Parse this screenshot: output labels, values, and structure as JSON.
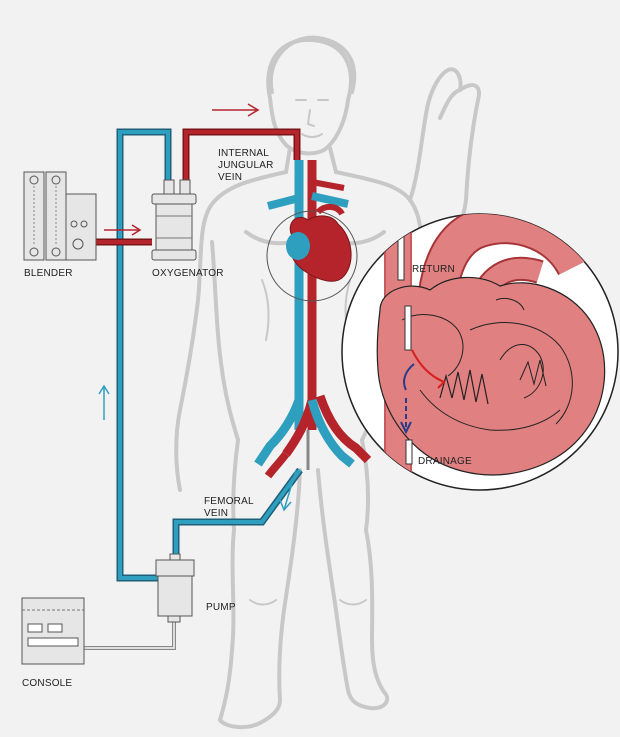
{
  "labels": {
    "blender": "BLENDER",
    "oxygenator": "OXYGENATOR",
    "ijv_line1": "INTERNAL",
    "ijv_line2": "JUNGULAR",
    "ijv_line3": "VEIN",
    "return": "RETURN",
    "drainage": "DRAINAGE",
    "femoral_line1": "FEMORAL",
    "femoral_line2": "VEIN",
    "pump": "PUMP",
    "console": "CONSOLE"
  },
  "colors": {
    "arterial": "#b5242a",
    "venous": "#2f9fbf",
    "heart": "#c43a3e",
    "heart_zoom": "#e08080",
    "body_outline": "#c8c8c8",
    "device_fill": "#e6e6e6",
    "device_stroke": "#555555",
    "background": "#f2f2f2"
  },
  "icons": {
    "red_flow_arrow": "arrow-right",
    "blue_flow_arrow_up": "arrow-up",
    "blue_flow_arrow_down": "arrow-down"
  }
}
